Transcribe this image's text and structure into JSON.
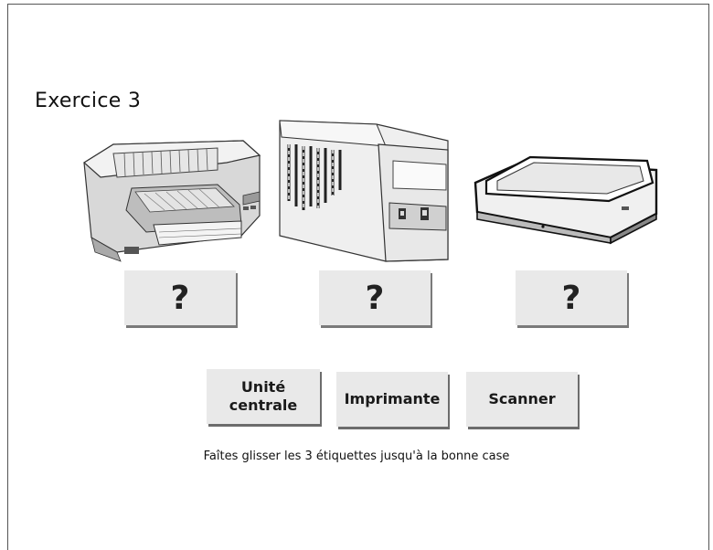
{
  "exercise": {
    "title": "Exercice 3"
  },
  "devices": [
    {
      "name": "printer",
      "icon": "printer-icon"
    },
    {
      "name": "central-unit",
      "icon": "computer-tower-icon"
    },
    {
      "name": "scanner",
      "icon": "scanner-icon"
    }
  ],
  "drop_slots": [
    {
      "placeholder": "?"
    },
    {
      "placeholder": "?"
    },
    {
      "placeholder": "?"
    }
  ],
  "labels": [
    {
      "line1": "Unité",
      "line2": "centrale"
    },
    {
      "text": "Imprimante"
    },
    {
      "text": "Scanner"
    }
  ],
  "instruction": "Faîtes glisser les 3 étiquettes jusqu'à la bonne case",
  "colors": {
    "card_background": "#e9e9e9",
    "card_shadow": "#6c6c6c"
  }
}
